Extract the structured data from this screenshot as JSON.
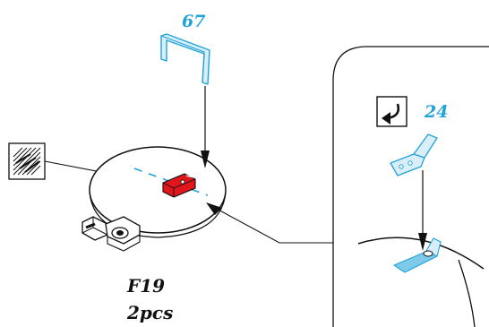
{
  "diagram": {
    "parts": {
      "bracket_number": "67",
      "tab_number": "24",
      "assembly_id": "F19",
      "quantity": "2pcs"
    },
    "icons": {
      "fold_symbol": "fold-arrow-icon",
      "photoetch_symbol": "photoetch-sheet-icon"
    },
    "colors": {
      "part_highlight": "#1fa3d9",
      "part_fill": "#d9eef8",
      "red_part": "#e0161d",
      "line": "#111111"
    }
  }
}
